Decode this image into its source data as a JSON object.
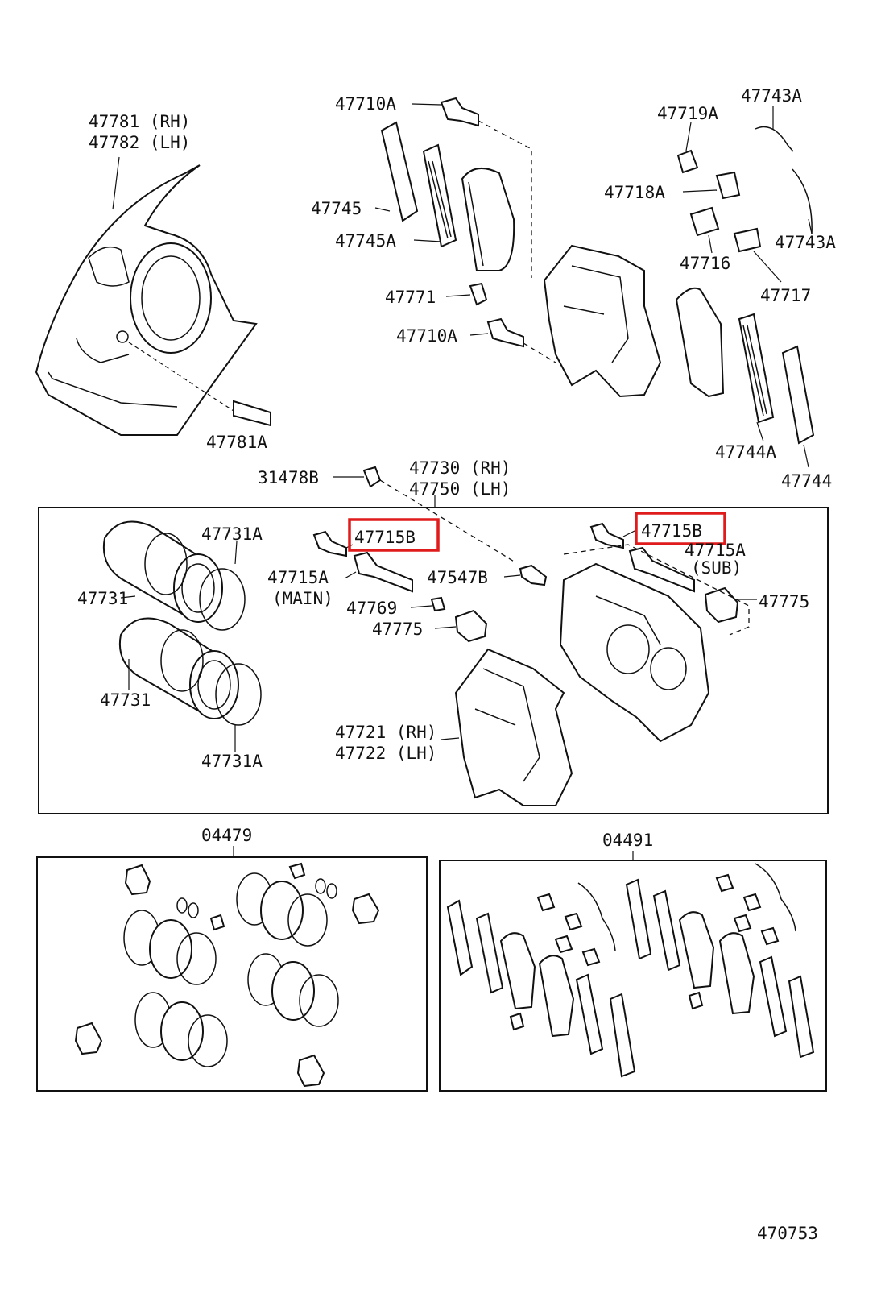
{
  "labels": {
    "l47781": "47781 (RH)",
    "l47782": "47782 (LH)",
    "l47781a": "47781A",
    "l47710a_top": "47710A",
    "l47745": "47745",
    "l47745a": "47745A",
    "l47771": "47771",
    "l47710a_mid": "47710A",
    "l47719a": "47719A",
    "l47743a_top": "47743A",
    "l47718a": "47718A",
    "l47743a_right": "47743A",
    "l47716": "47716",
    "l47717": "47717",
    "l47744a": "47744A",
    "l47744": "47744",
    "l31478b": "31478B",
    "l47730": "47730 (RH)",
    "l47750": "47750 (LH)",
    "l47731a_top": "47731A",
    "l47731_top": "47731",
    "l47731_bottom": "47731",
    "l47731a_bottom": "47731A",
    "l47715b_left": "47715B",
    "l47715a_main": "47715A",
    "l_main": "(MAIN)",
    "l47769": "47769",
    "l47775_left": "47775",
    "l47547b": "47547B",
    "l47715b_right": "47715B",
    "l47715a_sub": "47715A",
    "l_sub": "(SUB)",
    "l47775_right": "47775",
    "l47721": "47721 (RH)",
    "l47722": "47722 (LH)",
    "l04479": "04479",
    "l04491": "04491",
    "l470753": "470753"
  },
  "colors": {
    "highlight": "#e01b1b",
    "line": "#111111",
    "background": "#ffffff"
  }
}
